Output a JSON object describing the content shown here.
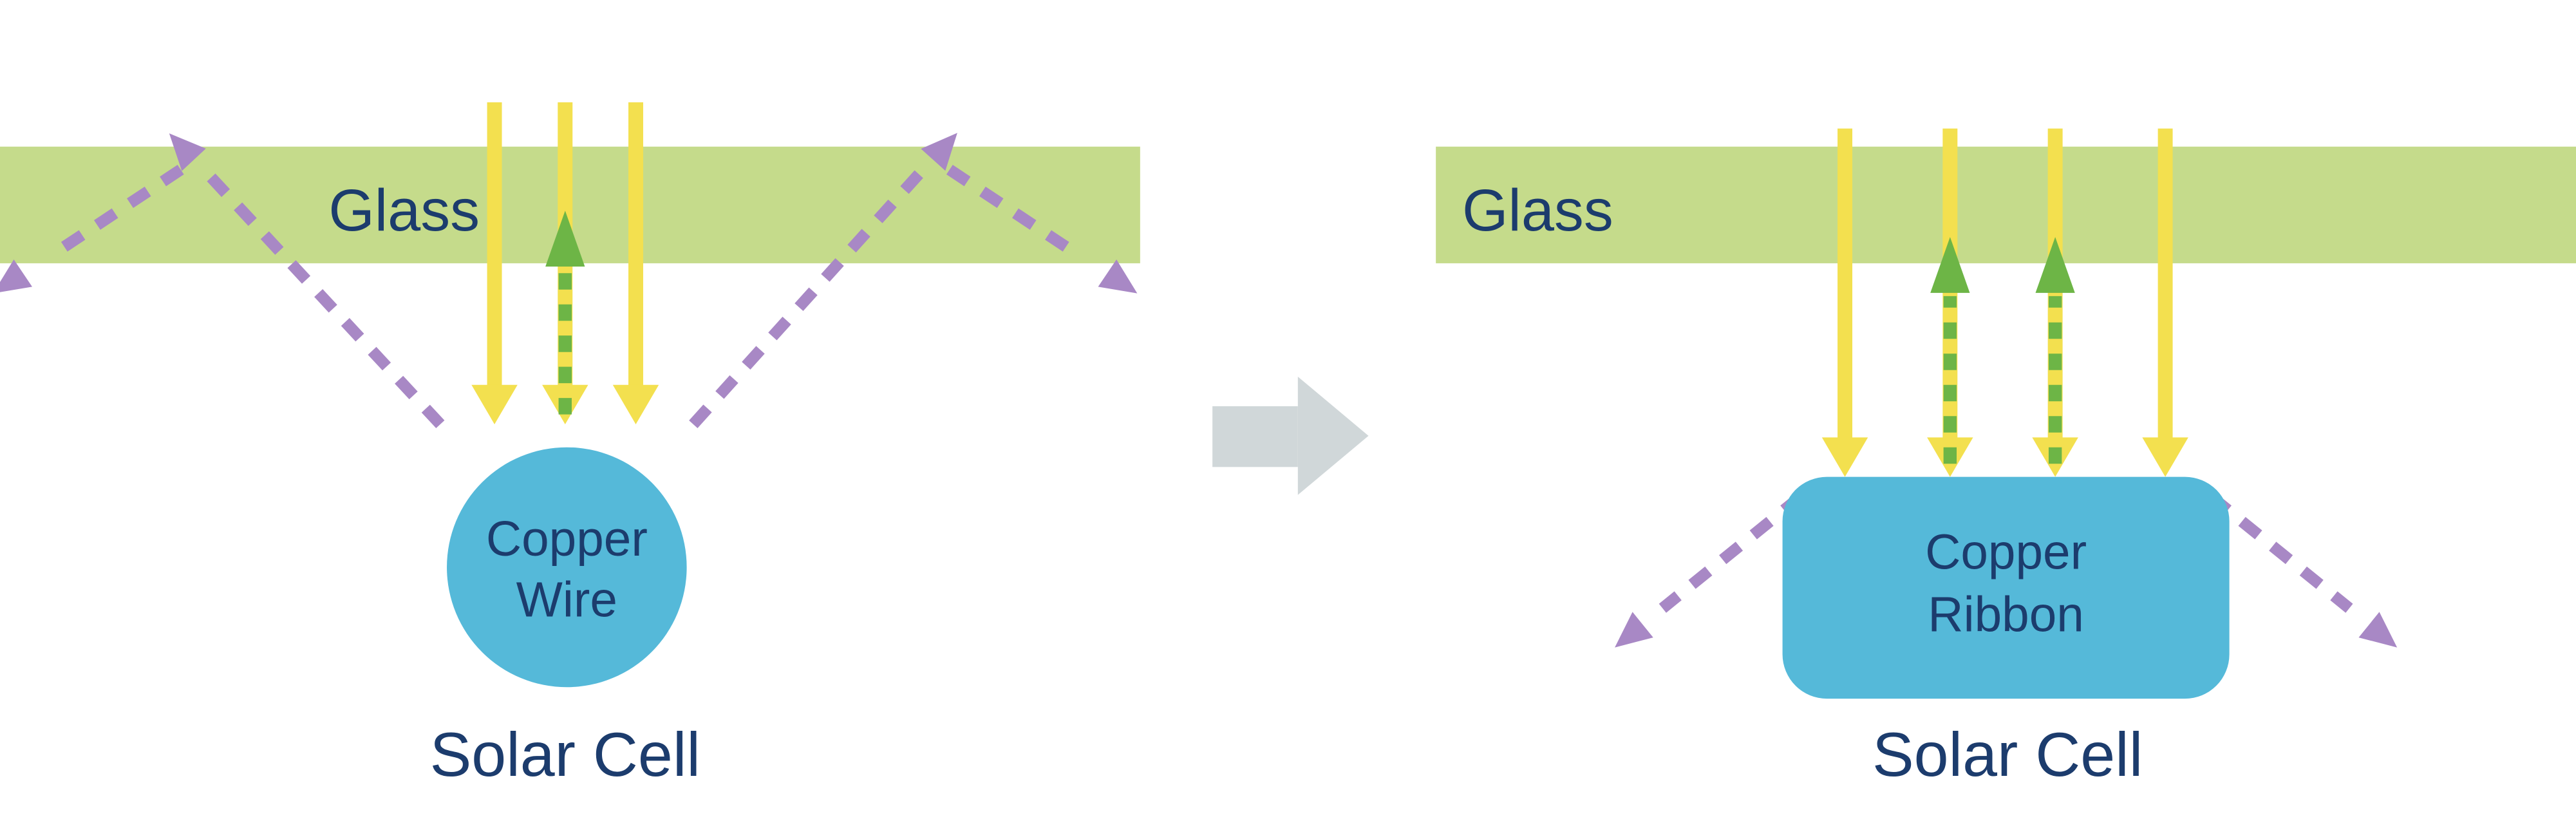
{
  "colors": {
    "background": "#ffffff",
    "glass_green": "#c5db8b",
    "copper_teal": "#55b9d9",
    "sunlight_yellow": "#f3e04f",
    "reflect_green": "#6db546",
    "scatter_purple": "#a888c5",
    "label_navy": "#1c3c6d",
    "transform_gray": "#d0d7d9"
  },
  "left_diagram": {
    "glass_label": "Glass",
    "component_label": {
      "line1": "Copper",
      "line2": "Wire"
    },
    "cell_label": "Solar Cell"
  },
  "right_diagram": {
    "glass_label": "Glass",
    "component_label": {
      "line1": "Copper",
      "line2": "Ribbon"
    },
    "cell_label": "Solar Cell"
  }
}
